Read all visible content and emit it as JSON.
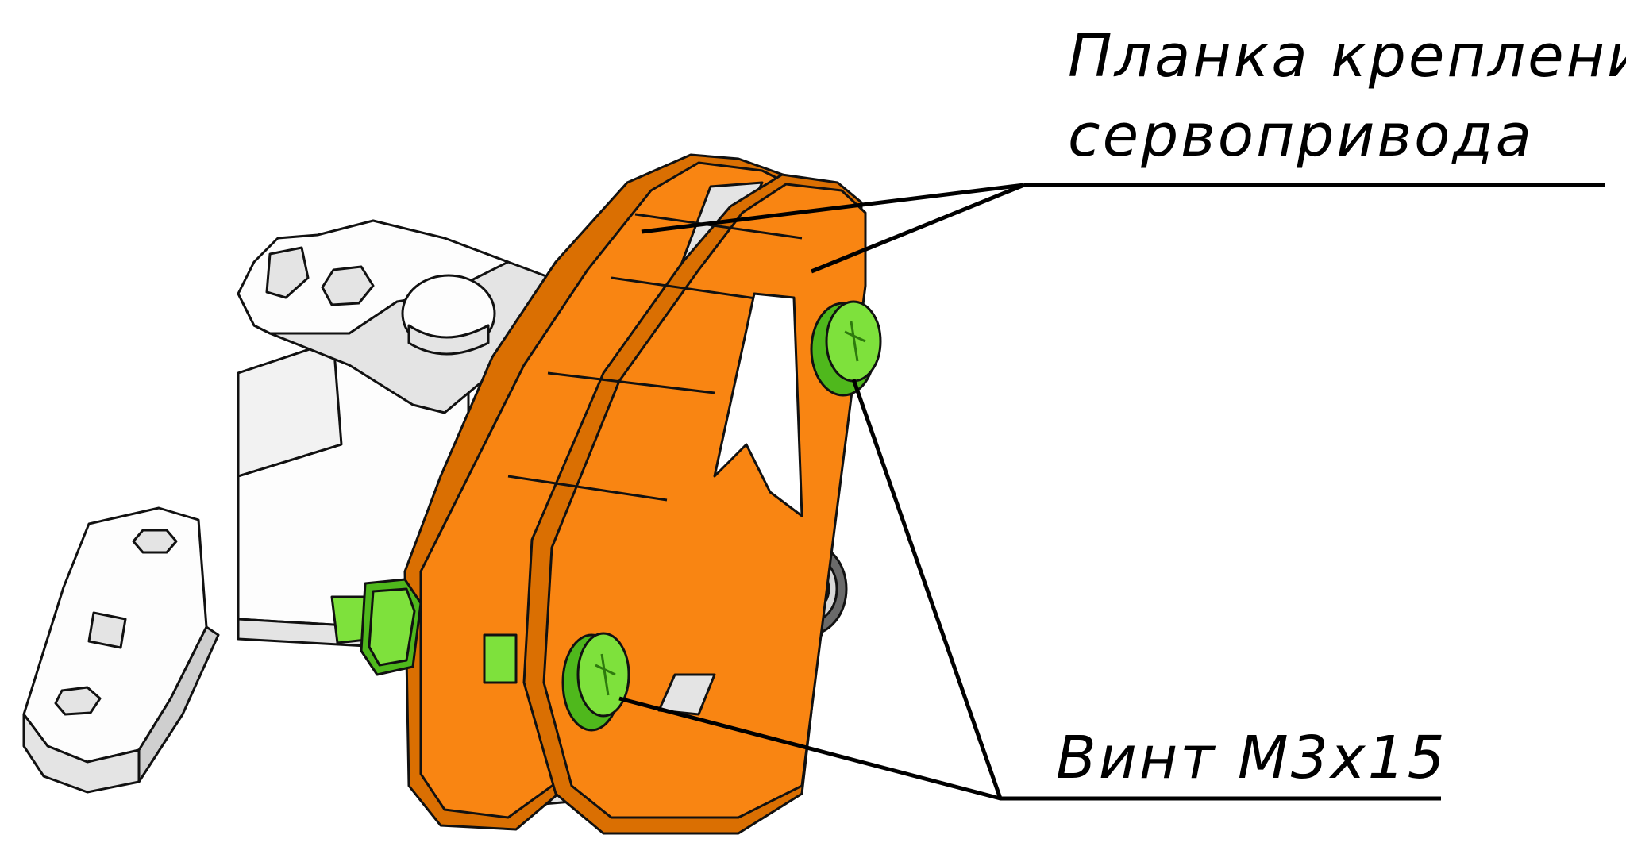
{
  "callouts": {
    "bracket_line1": "Планка крепления",
    "bracket_line2": "сервопривода",
    "screw": "Винт М3х15"
  },
  "colors": {
    "plate_face": "#F98512",
    "plate_edge": "#DA6F02",
    "screw_face": "#7EE13C",
    "screw_edge": "#4FB81C",
    "part_face": "#FDFDFD",
    "part_side": "#E4E4E4",
    "part_dark": "#BDBDBD",
    "outline": "#111111",
    "leader": "#000000"
  }
}
